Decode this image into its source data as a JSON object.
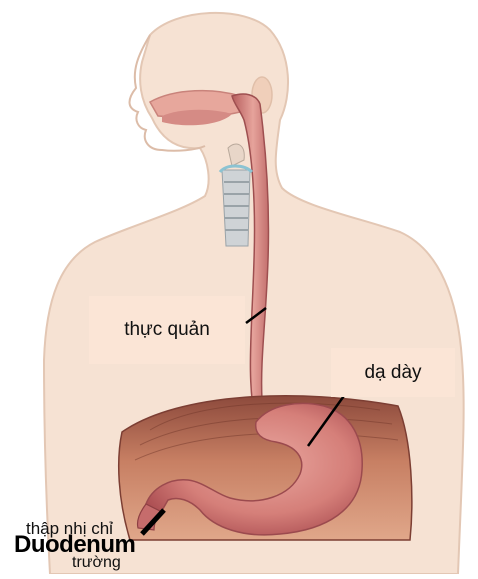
{
  "labels": {
    "esophagus": "thực quản",
    "stomach": "dạ dày",
    "duodenum_vi_line1": "thập nhị chỉ",
    "duodenum_vi_line2": "trường",
    "duodenum_en": "Duodenum"
  },
  "colors": {
    "skin": "#f6e2d3",
    "skin_outline": "#e3c7b4",
    "label_fill": "#fbe5d6",
    "organ": "#d9827a",
    "organ_dark": "#b9565a",
    "pointer": "#000000"
  }
}
